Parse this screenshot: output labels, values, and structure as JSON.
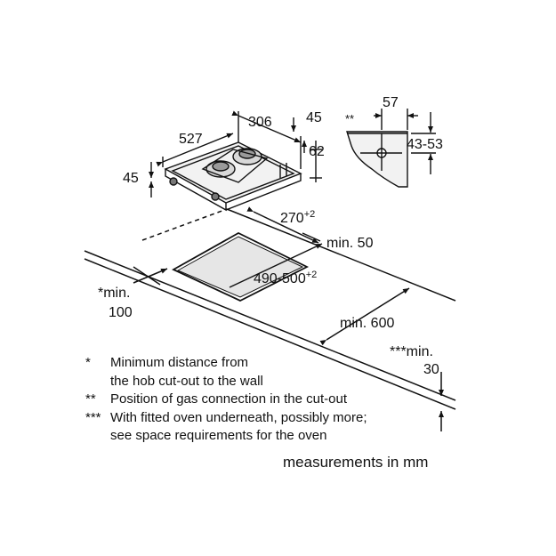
{
  "dimensions": {
    "hob_depth": "527",
    "hob_width": "306",
    "hob_side_45": "45",
    "hob_height_62": "62",
    "hob_height_45": "45",
    "gas_57": "57",
    "gas_range": "43-53",
    "gas_mark": "**",
    "cutout_width": "270",
    "cutout_width_tol": "+2",
    "cutout_depth": "490-500",
    "cutout_depth_tol": "+2",
    "min_50": "min. 50",
    "min_600": "min. 600",
    "min_100_line1": "*min.",
    "min_100_line2": "100",
    "min_30_line1": "***min.",
    "min_30_line2": "30"
  },
  "notes": [
    {
      "mark": "*",
      "lines": [
        "Minimum distance from",
        "the hob cut-out to the wall"
      ]
    },
    {
      "mark": "**",
      "lines": [
        "Position of gas connection in the cut-out"
      ]
    },
    {
      "mark": "***",
      "lines": [
        "With fitted oven underneath, possibly more;",
        "see space requirements for the oven"
      ]
    }
  ],
  "units_caption": "measurements in mm"
}
